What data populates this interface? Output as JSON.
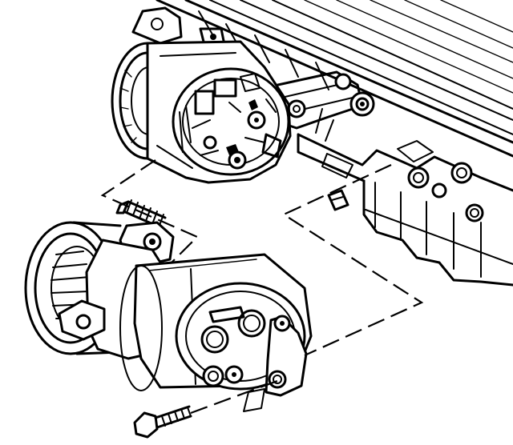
{
  "figure": {
    "kind": "exploded-view line illustration",
    "components": [
      {
        "id": "alternator",
        "icon": "alternator-drawing"
      },
      {
        "id": "engine-block",
        "icon": "engine-block-drawing"
      },
      {
        "id": "compressor",
        "icon": "ac-compressor-drawing"
      },
      {
        "id": "stud",
        "icon": "threaded-stud-drawing"
      },
      {
        "id": "bolt",
        "icon": "mounting-bolt-drawing"
      }
    ],
    "ink_color": "#000000",
    "paper_color": "#ffffff"
  }
}
